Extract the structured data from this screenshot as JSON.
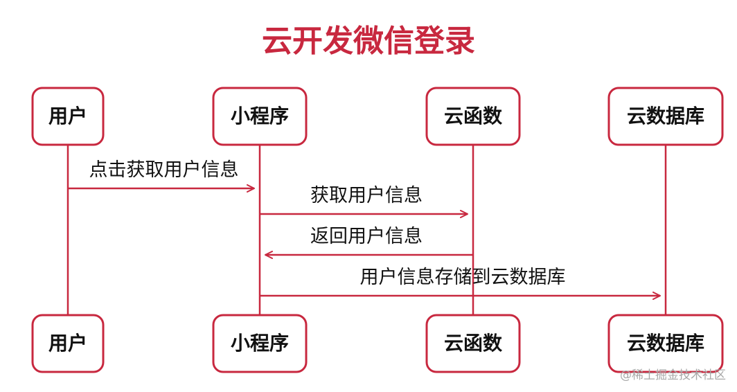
{
  "title": "云开发微信登录",
  "colors": {
    "accent": "#c8283f",
    "text": "#111111",
    "box_border": "#c8283f",
    "watermark": "#a8a8a8"
  },
  "participants": [
    {
      "id": "user",
      "label": "用户"
    },
    {
      "id": "miniprogram",
      "label": "小程序"
    },
    {
      "id": "cloud-function",
      "label": "云函数"
    },
    {
      "id": "cloud-database",
      "label": "云数据库"
    }
  ],
  "messages": [
    {
      "from": "user",
      "to": "miniprogram",
      "label": "点击获取用户信息"
    },
    {
      "from": "miniprogram",
      "to": "cloud-function",
      "label": "获取用户信息"
    },
    {
      "from": "cloud-function",
      "to": "miniprogram",
      "label": "返回用户信息"
    },
    {
      "from": "miniprogram",
      "to": "cloud-database",
      "label": "用户信息存储到云数据库"
    }
  ],
  "watermark": "@稀土掘金技术社区"
}
